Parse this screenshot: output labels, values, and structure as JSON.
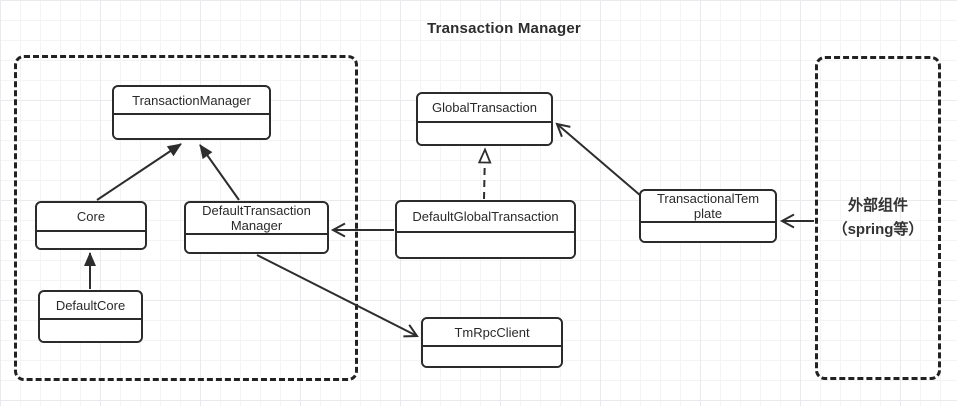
{
  "title": "Transaction Manager",
  "diagram": {
    "classes": {
      "transaction_manager": {
        "lines": [
          "TransactionManager"
        ]
      },
      "core": {
        "lines": [
          "Core"
        ]
      },
      "default_core": {
        "lines": [
          "DefaultCore"
        ]
      },
      "default_transaction_manager": {
        "lines": [
          "DefaultTransaction",
          "Manager"
        ]
      },
      "global_transaction": {
        "lines": [
          "GlobalTransaction"
        ]
      },
      "default_global_transaction": {
        "lines": [
          "DefaultGlobalTransaction"
        ]
      },
      "transactional_template": {
        "lines": [
          "TransactionalTem",
          "plate"
        ]
      },
      "tm_rpc_client": {
        "lines": [
          "TmRpcClient"
        ]
      }
    },
    "external_box": {
      "lines": [
        "外部组件",
        "（spring等）"
      ]
    },
    "colors": {
      "line": "#2d2d2d",
      "box_border": "#2b2b2b",
      "box_fill": "#ffffff",
      "text": "#2a2a2a",
      "grid_minor": "#f4f4f6",
      "grid_major": "#e9e9ee"
    }
  }
}
